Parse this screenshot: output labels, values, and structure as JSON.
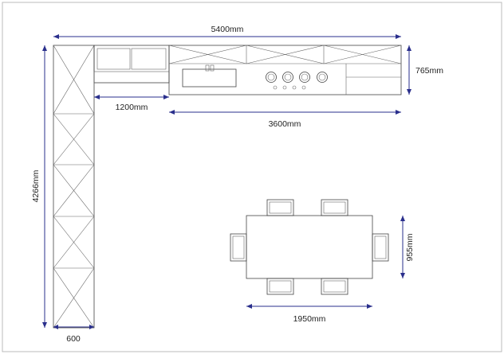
{
  "plan": {
    "dimensions": {
      "total_length": "5400mm",
      "wall_height": "765mm",
      "corner_section": "1200mm",
      "run_length": "3600mm",
      "left_wall": "4266mm",
      "left_depth": "600",
      "table_depth": "955mm",
      "table_length": "1950mm"
    }
  },
  "colors": {
    "dimension_line": "#2a2f8c",
    "fixture_line": "#444444"
  }
}
